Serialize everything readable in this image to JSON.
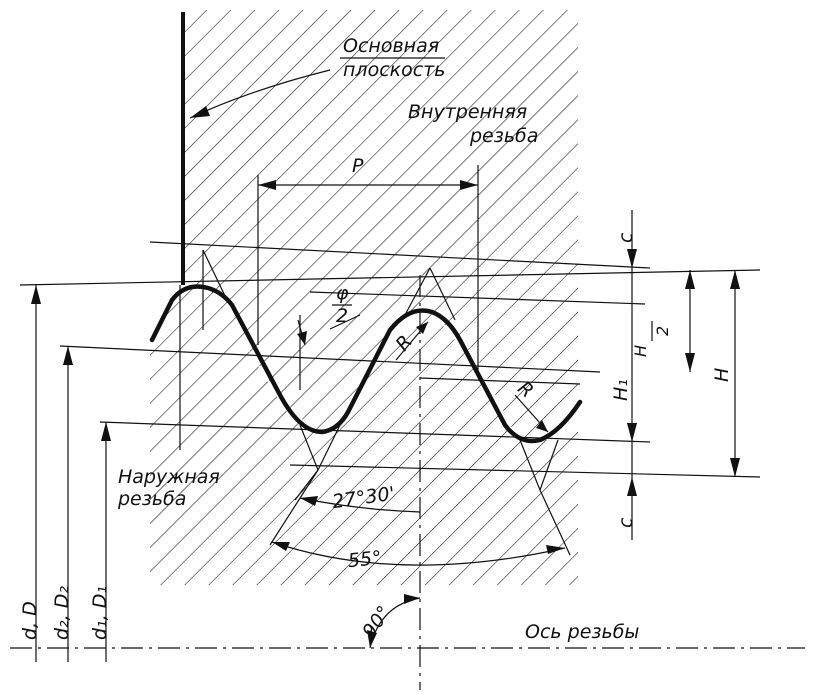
{
  "labels": {
    "basic_plane": [
      "Основная",
      "плоскость"
    ],
    "internal_thread": [
      "Внутренняя",
      "резьба"
    ],
    "external_thread": [
      "Наружная",
      "резьба"
    ],
    "pitch": "P",
    "half_angle_num": "φ",
    "half_angle_den": "2",
    "radius_1": "R",
    "radius_2": "R",
    "clearance_top": "c",
    "clearance_bottom": "c",
    "h_frac_num": "H",
    "h_frac_den": "2",
    "working_height": "H₁",
    "profile_height": "H",
    "half_profile_angle": "27°30'",
    "profile_angle": "55°",
    "right_angle": "90°",
    "major_diameter": "d, D",
    "pitch_diameter": "d₂, D₂",
    "minor_diameter": "d₁, D₁",
    "thread_axis": "Ось резьбы"
  },
  "colors": {
    "ink": "#111111",
    "paper": "#ffffff"
  }
}
